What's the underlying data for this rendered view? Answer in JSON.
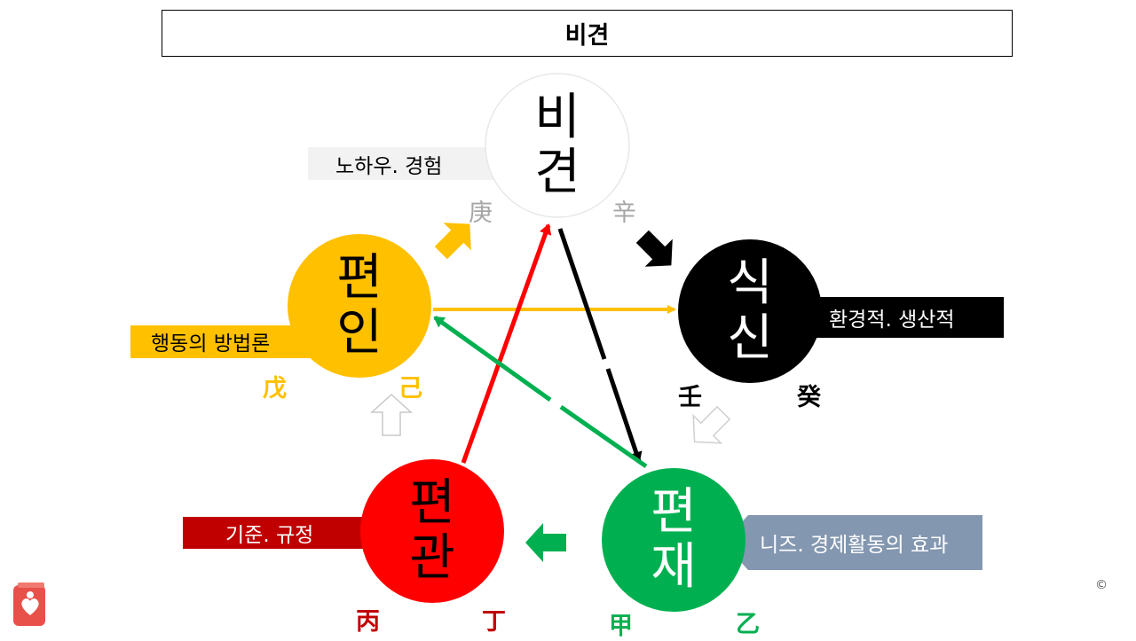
{
  "title": "비견",
  "nodes": {
    "bigyeon": {
      "label_top": "비",
      "label_bottom": "견",
      "fill": "#ffffff",
      "text_color": "#000000"
    },
    "siksin": {
      "label_top": "식",
      "label_bottom": "신",
      "fill": "#000000",
      "text_color": "#ffffff"
    },
    "pyeonjae": {
      "label_top": "편",
      "label_bottom": "재",
      "fill": "#00b050",
      "text_color": "#ffffff"
    },
    "pyeongwan": {
      "label_top": "편",
      "label_bottom": "관",
      "fill": "#ff0000",
      "text_color": "#000000"
    },
    "pyeonin": {
      "label_top": "편",
      "label_bottom": "인",
      "fill": "#ffc000",
      "text_color": "#000000"
    }
  },
  "stems": {
    "gyeong": "庚",
    "sin": "辛",
    "im": "壬",
    "gye": "癸",
    "gap": "甲",
    "eul": "乙",
    "byeong": "丙",
    "jeong": "丁",
    "mu": "戊",
    "gi": "己"
  },
  "tags": {
    "bigyeon": "노하우. 경험",
    "siksin": "환경적. 생산적",
    "pyeonjae": "니즈. 경제활동의 효과",
    "pyeongwan": "기준. 규정",
    "pyeonin": "행동의 방법론"
  },
  "colors": {
    "yellow": "#ffc000",
    "red": "#ff0000",
    "green": "#00b050",
    "black": "#000000",
    "gray_tag": "#f2f2f2",
    "blue_gray": "#8497b0",
    "dark_red": "#c00000"
  },
  "copyright": "©",
  "logo_icon": "book-heart-icon"
}
